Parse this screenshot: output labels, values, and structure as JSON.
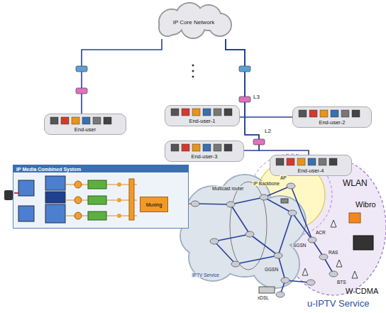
{
  "diagram": {
    "nodes": [
      {
        "text": [
          "IP Core Network"
        ]
      },
      {
        "text": [
          "End-user"
        ]
      },
      {
        "text": [
          "End-user-1"
        ]
      },
      {
        "text": [
          "End-user-2"
        ]
      },
      {
        "text": [
          "End-user-3"
        ]
      },
      {
        "text": [
          "End-user-4"
        ]
      },
      {
        "text": [
          "IP Media Combined System"
        ]
      },
      {
        "text": [
          "Muxing"
        ],
        "in": 6
      }
    ],
    "edges": [
      {
        "from": 0,
        "to": 1,
        "arrow": "none"
      },
      {
        "from": 0,
        "to": 2,
        "arrow": "none"
      },
      {
        "from": 0,
        "to": 3,
        "arrow": "none"
      },
      {
        "from": 0,
        "to": 4,
        "arrow": "none"
      },
      {
        "from": 0,
        "to": 5,
        "arrow": "none"
      }
    ],
    "labels": [
      "L3",
      "L2",
      "Multicast router",
      "IP Backbone",
      "IPTV Service",
      "AP",
      "ACR",
      "RAS",
      "SGSN",
      "GGSN",
      "BTS",
      "xDSL",
      "WLAN",
      "Wibro",
      "W-CDMA",
      "u-IPTV Service"
    ]
  }
}
